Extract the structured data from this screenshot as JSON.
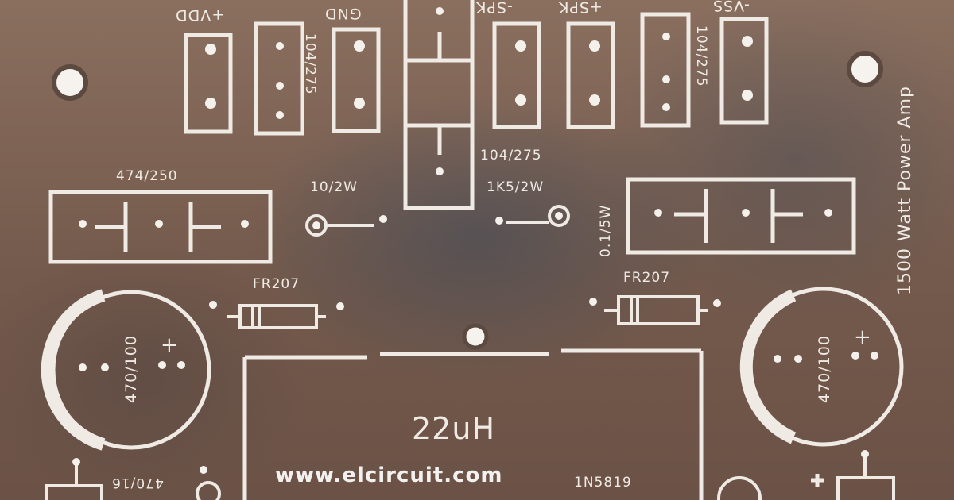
{
  "labels": {
    "vdd": "+VDD",
    "gnd": "GND",
    "spk_neg": "-SPK",
    "spk_pos": "+SPK",
    "vss": "-VSS",
    "cap_104_275_a": "104/275",
    "cap_104_275_b": "104/275",
    "cap_104_275_c": "104/275",
    "cap_474_250": "474/250",
    "res_10_2w": "10/2W",
    "res_1k5_2w": "1K5/2W",
    "res_01_5w": "0.1/5W",
    "diode_left": "FR207",
    "diode_right": "FR207",
    "elcap_left": "470/100",
    "elcap_right": "470/100",
    "elcap_small": "470/16",
    "inductor": "22uH",
    "diode_schottky": "1N5819",
    "website": "www.elcircuit.com",
    "title": "1500 Watt Power Amp",
    "plus_left": "+",
    "plus_right": "+"
  },
  "colors": {
    "silkscreen": "#efeae4",
    "board": "#7a6154"
  }
}
